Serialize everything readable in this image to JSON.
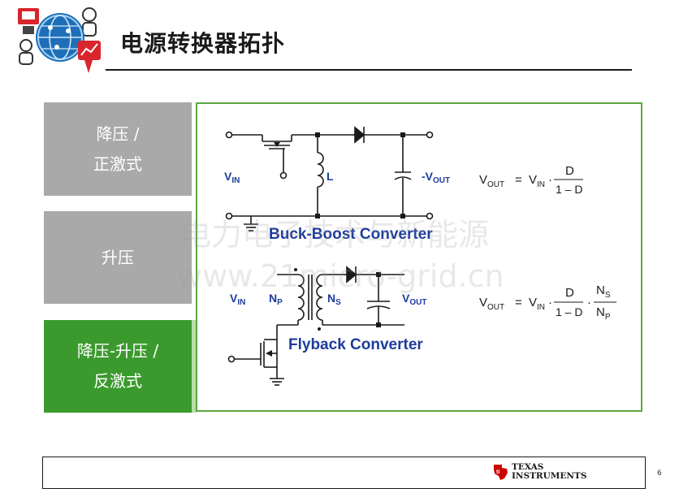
{
  "slide": {
    "title": "电源转换器拓扑",
    "page_number": "6"
  },
  "tabs": [
    {
      "line1": "降压 /",
      "line2": "正激式",
      "active": false
    },
    {
      "line1": "升压",
      "line2": "",
      "active": false
    },
    {
      "line1": "降压-升压 /",
      "line2": "反激式",
      "active": true
    }
  ],
  "buck_boost": {
    "caption": "Buck-Boost Converter",
    "vin_main": "V",
    "vin_sub": "IN",
    "inductor": "L",
    "vout_prefix": "-V",
    "vout_sub": "OUT",
    "equation": {
      "lhs_main": "V",
      "lhs_sub": "OUT",
      "eq": "=",
      "rhs_main": "V",
      "rhs_sub": "IN",
      "dot": "·",
      "num": "D",
      "den": "1 – D"
    }
  },
  "flyback": {
    "caption": "Flyback Converter",
    "vin_main": "V",
    "vin_sub": "IN",
    "np_main": "N",
    "np_sub": "P",
    "ns_main": "N",
    "ns_sub": "S",
    "vout_main": "V",
    "vout_sub": "OUT",
    "equation": {
      "lhs_main": "V",
      "lhs_sub": "OUT",
      "eq": "=",
      "rhs_main": "V",
      "rhs_sub": "IN",
      "dot": "·",
      "num1": "D",
      "den1": "1 – D",
      "dot2": "·",
      "num2_main": "N",
      "num2_sub": "S",
      "den2_main": "N",
      "den2_sub": "P"
    }
  },
  "watermark": {
    "line1": "电力电子技术与新能源",
    "line2": "www.21micro-grid.cn"
  },
  "footer": {
    "brand_line1": "TEXAS",
    "brand_line2": "INSTRUMENTS"
  },
  "colors": {
    "label_blue": "#1e3c9c",
    "tab_gray": "#a9a9a9",
    "tab_green": "#3b9a2e",
    "panel_border": "#5aa83f",
    "ti_red": "#cc0000"
  }
}
